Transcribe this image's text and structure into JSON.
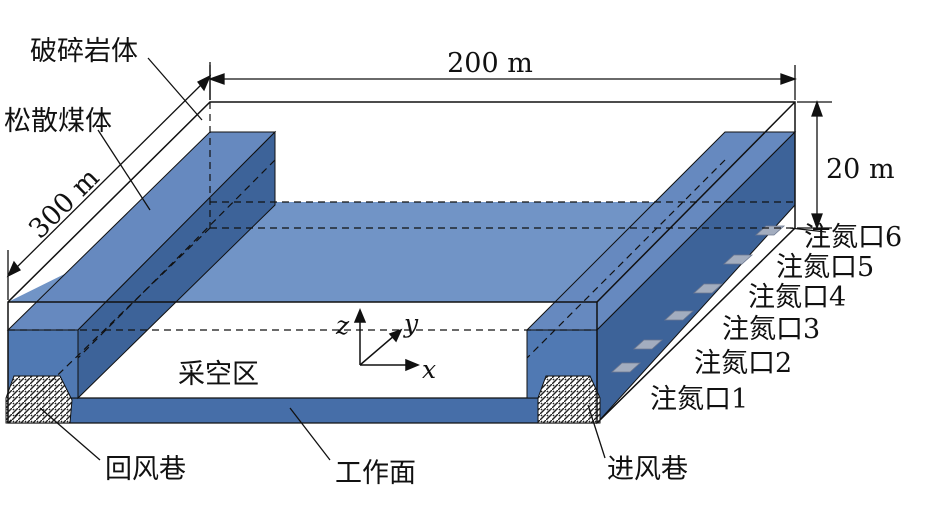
{
  "labels": {
    "broken_rock": "破碎岩体",
    "loose_coal": "松散煤体",
    "length_300": "300 m",
    "width_200": "200 m",
    "height_20": "20 m",
    "goaf": "采空区",
    "return_airway": "回风巷",
    "working_face": "工作面",
    "intake_airway": "进风巷"
  },
  "axes": {
    "z": "z",
    "y": "y",
    "x": "x"
  },
  "injection_ports": [
    "注氮口1",
    "注氮口2",
    "注氮口3",
    "注氮口4",
    "注氮口5",
    "注氮口6"
  ],
  "colors": {
    "slab_top": "#7194c6",
    "pillar_top": "#6689bf",
    "pillar_side": "#3d6399",
    "pillar_front": "#5079b3",
    "face_strip": "#466ea8",
    "port": "#9aa6b8",
    "line": "#111111"
  }
}
